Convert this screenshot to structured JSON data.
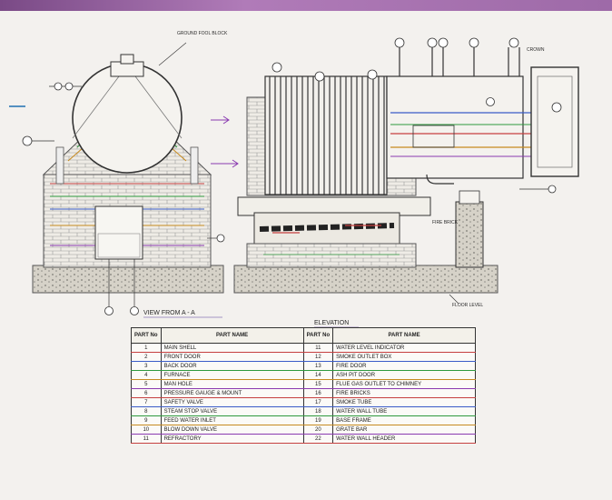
{
  "figure": {
    "labels": {
      "top_note_left": "GROUND FOOL\nBLOCK",
      "top_note_right": "CROWN",
      "front_view": "VIEW FROM A - A",
      "elevation": "ELEVATION",
      "flue_note": "FIRE\nBRICK",
      "ground_note": "FLOOR\nLEVEL"
    },
    "parts_table": {
      "headers": [
        "PART\nNo",
        "PART NAME",
        "PART\nNo",
        "PART NAME"
      ],
      "rows": [
        [
          "1",
          "MAIN SHELL",
          "11",
          "WATER LEVEL INDICATOR"
        ],
        [
          "2",
          "FRONT DOOR",
          "12",
          "SMOKE OUTLET BOX"
        ],
        [
          "3",
          "BACK DOOR",
          "13",
          "FIRE DOOR"
        ],
        [
          "4",
          "FURNACE",
          "14",
          "ASH PIT DOOR"
        ],
        [
          "5",
          "MAN HOLE",
          "15",
          "FLUE GAS OUTLET TO CHIMNEY"
        ],
        [
          "6",
          "PRESSURE GAUGE & MOUNT",
          "16",
          "FIRE BRICKS"
        ],
        [
          "7",
          "SAFETY VALVE",
          "17",
          "SMOKE TUBE"
        ],
        [
          "8",
          "STEAM STOP VALVE",
          "18",
          "WATER WALL TUBE"
        ],
        [
          "9",
          "FEED WATER INLET",
          "19",
          "BASE FRAME"
        ],
        [
          "10",
          "BLOW DOWN VALVE",
          "20",
          "GRATE BAR"
        ],
        [
          "11",
          "REFRACTORY",
          "22",
          "WATER WALL HEADER"
        ]
      ]
    }
  }
}
